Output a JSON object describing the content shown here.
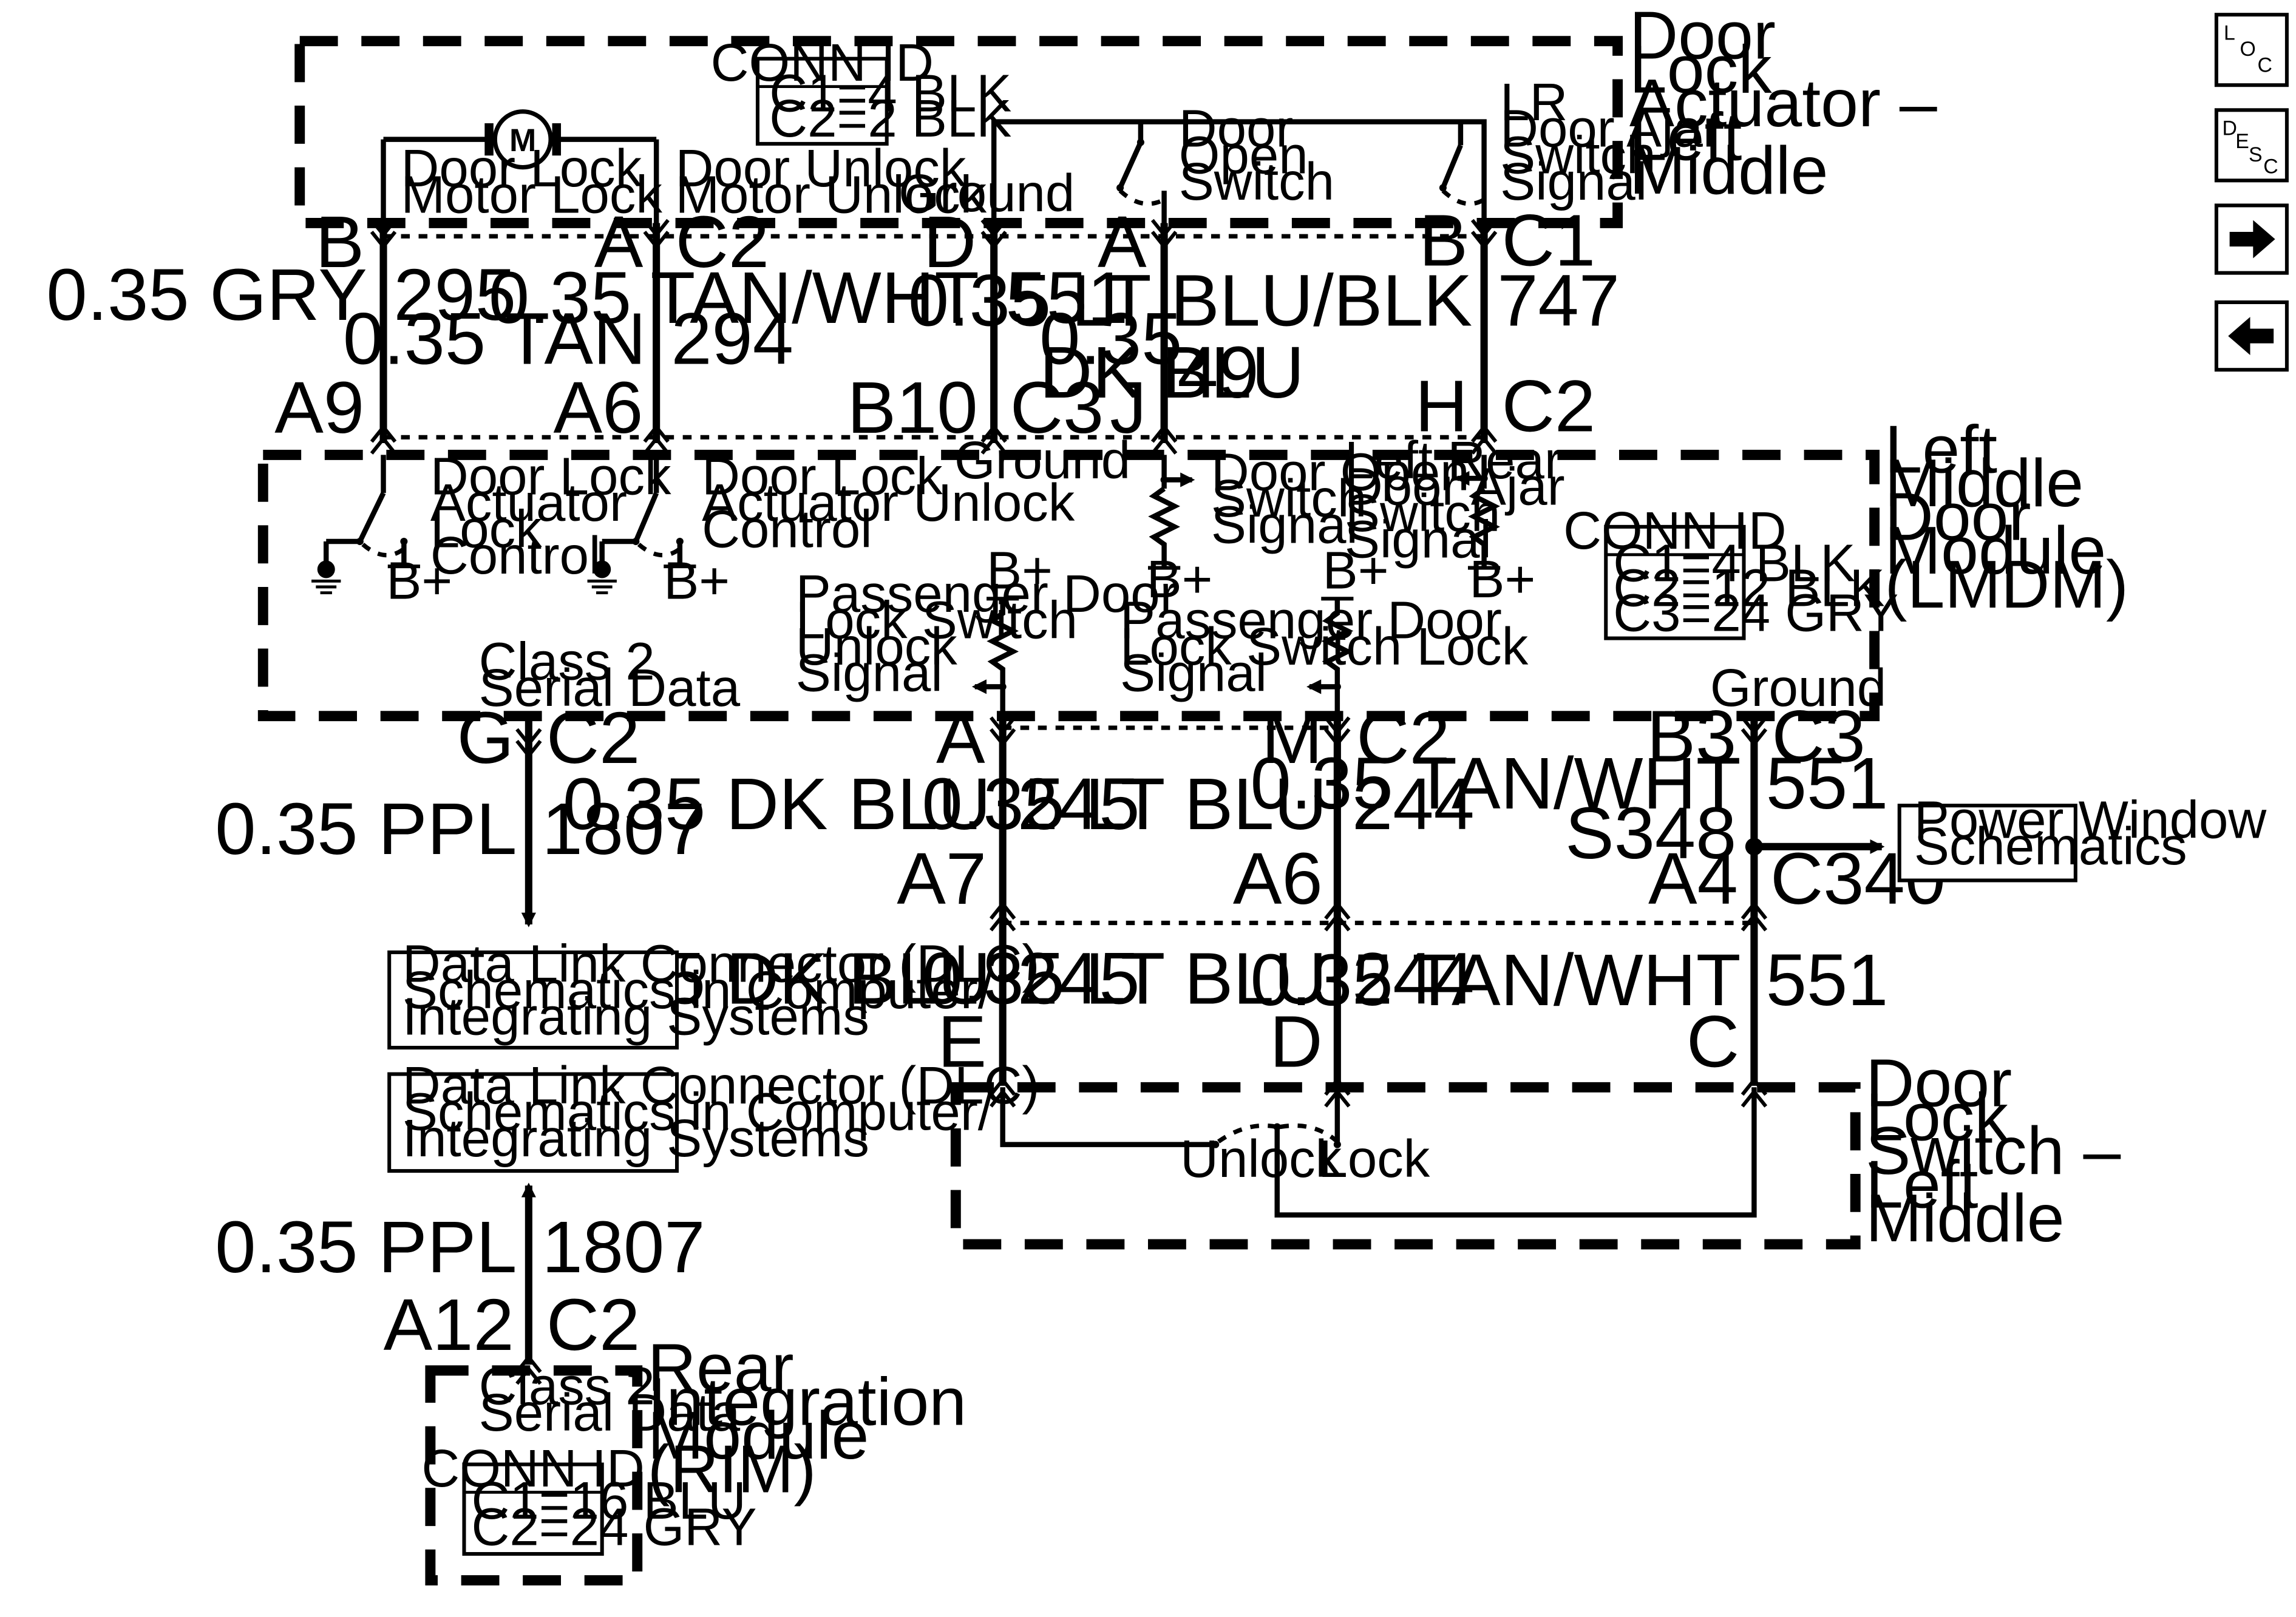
{
  "diagram": {
    "door_lock_actuator": {
      "title_lines": [
        "Door",
        "Lock",
        "Actuator –",
        "Left",
        "Middle"
      ],
      "conn_id": [
        "CONN ID",
        "C1=4 BLK",
        "C2=2 BLK"
      ],
      "motor_symbol": "M",
      "motor_lock_label": [
        "Door Lock",
        "Motor Lock"
      ],
      "motor_unlock_label": [
        "Door Unlock",
        "Motor Unlock"
      ],
      "ground_label": "Ground",
      "door_open_switch_label": [
        "Door",
        "Open",
        "Switch"
      ],
      "ajar_switch_label": [
        "LR",
        "Door Ajar",
        "Switch",
        "Signal"
      ]
    },
    "lmdm": {
      "title_lines": [
        "Left",
        "Middle",
        "Door",
        "Module",
        "(LMDM)"
      ],
      "conn_id": [
        "CONN ID",
        "C1=4 BLK",
        "C2=12 BLK",
        "C3=24 GRY"
      ],
      "lock_control_label": [
        "Door Lock",
        "Actuator",
        "Lock",
        "Control"
      ],
      "unlock_control_label": [
        "Door Lock",
        "Actuator Unlock",
        "Control"
      ],
      "ground_label": "Ground",
      "door_open_signal_label": [
        "Door Open",
        "Switch",
        "Signal"
      ],
      "rear_ajar_signal_label": [
        "Left Rear",
        "Door Ajar",
        "Switch",
        "Signal"
      ],
      "bplus": "B+",
      "pass_unlock_label": [
        "Passenger Door",
        "Lock Switch",
        "Unlock",
        "Signal"
      ],
      "pass_lock_label": [
        "Passenger Door",
        "Lock Switch Lock",
        "Signal"
      ],
      "class2_label": [
        "Class 2",
        "Serial Data"
      ],
      "ground2_label": "Ground"
    },
    "upper_wires": [
      {
        "top_pin": "B",
        "top_conn": "",
        "wire": "0.35 GRY",
        "circuit": "295",
        "bottom_pin": "A9",
        "bottom_conn": ""
      },
      {
        "top_pin": "A",
        "top_conn": "C2",
        "wire": "0.35 TAN",
        "circuit": "294",
        "bottom_pin": "A6",
        "bottom_conn": ""
      },
      {
        "top_pin": "D",
        "top_conn": "",
        "wire": "0.35 TAN/WHT",
        "circuit": "551",
        "bottom_pin": "B10",
        "bottom_conn": "C3"
      },
      {
        "top_pin": "A",
        "top_conn": "",
        "wire_lines": [
          "0.35",
          "DK BLU"
        ],
        "circuit": "49",
        "bottom_pin": "J",
        "bottom_conn": ""
      },
      {
        "top_pin": "B",
        "top_conn": "C1",
        "wire": "0.35 LT BLU/BLK",
        "circuit": "747",
        "bottom_pin": "H",
        "bottom_conn": "C2"
      }
    ],
    "lower_wires": {
      "g_pin": "G",
      "g_conn": "C2",
      "ppl_wire": "0.35 PPL",
      "ppl_circuit": "1807",
      "a_pin": "A",
      "dkblu_wire": "0.35 DK BLU",
      "dkblu_circuit": "245",
      "m_pin": "M",
      "m_conn": "C2",
      "ltblu_wire": "0.35 LT BLU",
      "ltblu_circuit": "244",
      "b3_pin": "B3",
      "b3_conn": "C3",
      "tanwht_wire": "0.35 TAN/WHT",
      "tanwht_circuit": "551",
      "splice": "S348",
      "a7_pin": "A7",
      "a6_pin": "A6",
      "a4_pin": "A4",
      "c340_conn": "C340",
      "e_pin": "E",
      "d_pin": "D",
      "c_pin": "C"
    },
    "power_window_box": [
      "Power Window",
      "Schematics"
    ],
    "dlc_box": [
      "Data Link Connector (DLC)",
      "Schematics in Computer/",
      "Integrating Systems"
    ],
    "rim_wire": {
      "wire": "0.35 PPL",
      "circuit": "1807",
      "pin": "A12",
      "conn": "C2"
    },
    "rim": {
      "title_lines": [
        "Rear",
        "Integration",
        "Module",
        "(RIM)"
      ],
      "class2_label": [
        "Class 2",
        "Serial Data"
      ],
      "conn_id": [
        "CONN ID",
        "C1=16 BLU",
        "C2=24 GRY"
      ]
    },
    "door_lock_switch": {
      "title_lines": [
        "Door",
        "Lock",
        "Switch –",
        "Left",
        "Middle"
      ],
      "unlock_label": "Unlock",
      "lock_label": "Lock"
    }
  },
  "nav": {
    "loc": {
      "l": "L",
      "o": "O",
      "c": "C"
    },
    "desc": {
      "d": "D",
      "e": "E",
      "s": "S",
      "c": "C"
    },
    "next_icon": "arrow-right-icon",
    "prev_icon": "arrow-left-icon"
  }
}
